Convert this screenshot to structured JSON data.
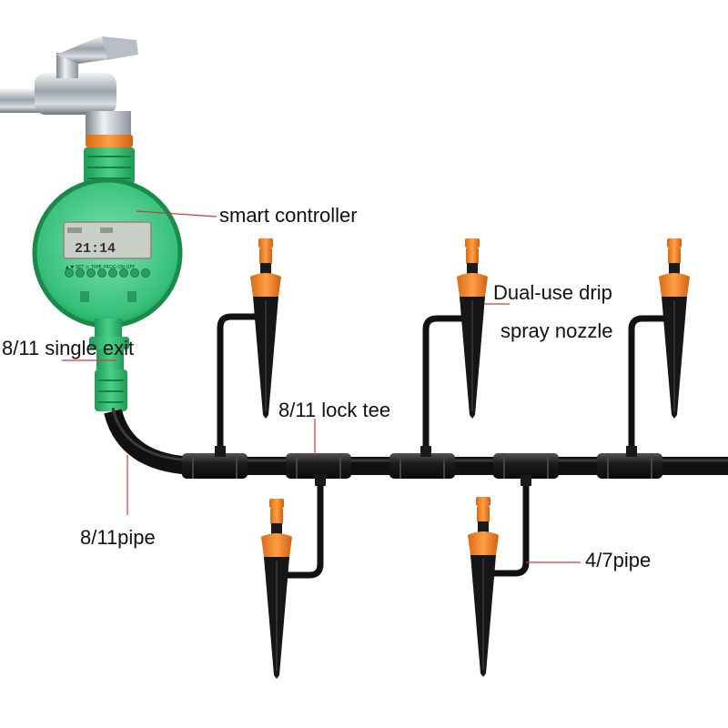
{
  "labels": {
    "smart_controller": "smart controller",
    "nozzle_line1": "Dual-use drip",
    "nozzle_line2": "spray nozzle",
    "single_exit": "8/11 single exit",
    "lock_tee": "8/11 lock tee",
    "main_pipe": "8/11pipe",
    "branch_pipe": "4/7pipe"
  },
  "controller_display": {
    "time": "21:14",
    "icons": "▲ ▼ SET ◷ TIME PROG ON OFF"
  },
  "colors": {
    "controller_green": "#3cc47a",
    "controller_dark_green": "#1f9a55",
    "nozzle_orange": "#f08a2a",
    "pipe_black": "#151515",
    "leader_line_red": "#d23a3a",
    "lcd_gray": "#c9cec6"
  }
}
